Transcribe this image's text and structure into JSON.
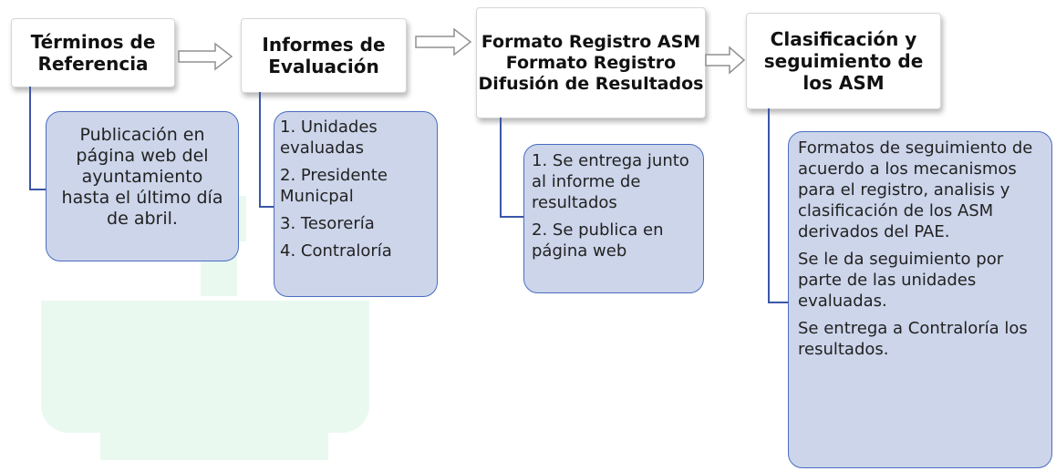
{
  "colors": {
    "node_fill": "#ccd5ea",
    "node_border": "#4a6cc2",
    "connector": "#3b56a8",
    "watermark": "#e9f9f0"
  },
  "steps": [
    {
      "title": "Términos de Referencia",
      "items": [
        "Publicación en página web del ayuntamiento hasta el último día de abril."
      ]
    },
    {
      "title": "Informes de Evaluación",
      "items": [
        "1. Unidades evaluadas",
        "2. Presidente Municpal",
        "3. Tesorería",
        "4. Contraloría"
      ]
    },
    {
      "title": "Formato Registro ASM Formato Registro Difusión de Resultados",
      "items": [
        "1. Se entrega junto al informe de resultados",
        "2. Se publica en página web"
      ]
    },
    {
      "title": "Clasificación y seguimiento de los ASM",
      "items": [
        "Formatos de seguimiento de acuerdo a los mecanismos para el registro, analisis y clasificación de los ASM derivados del PAE.",
        "Se le da seguimiento por parte de las unidades evaluadas.",
        "Se entrega a Contraloría los resultados."
      ]
    }
  ]
}
